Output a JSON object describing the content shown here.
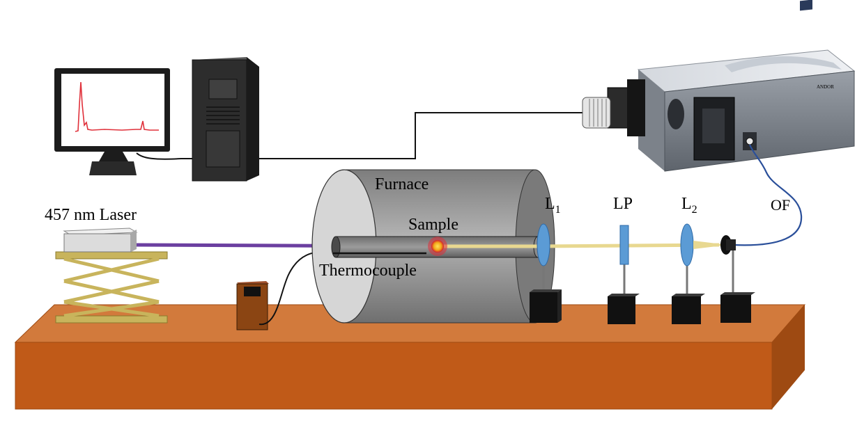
{
  "labels": {
    "laser": "457 nm Laser",
    "furnace": "Furnace",
    "sample": "Sample",
    "thermocouple": "Thermocouple",
    "lens1_main": "L",
    "lens1_sub": "1",
    "longpass": "LP",
    "lens2_main": "L",
    "lens2_sub": "2",
    "optical_fiber": "OF",
    "spectrometer_brand": "ANDOR"
  },
  "colors": {
    "table_top": "#d27a3c",
    "table_front": "#c05a18",
    "table_side": "#9e4a12",
    "laser_beam": "#6b3fa0",
    "emission_beam": "#e8d890",
    "lens": "#5b9bd5",
    "furnace_body": "#9a9a9a",
    "spectrum_line": "#e0303a",
    "fiber": "#2a4f9a"
  },
  "icons": {
    "monitor": "monitor-icon",
    "computer": "computer-tower-icon",
    "spectrometer": "spectrometer-icon",
    "laser": "laser-source-icon",
    "lift_stand": "scissor-lift-icon",
    "thermocouple_reader": "thermocouple-reader-icon"
  }
}
